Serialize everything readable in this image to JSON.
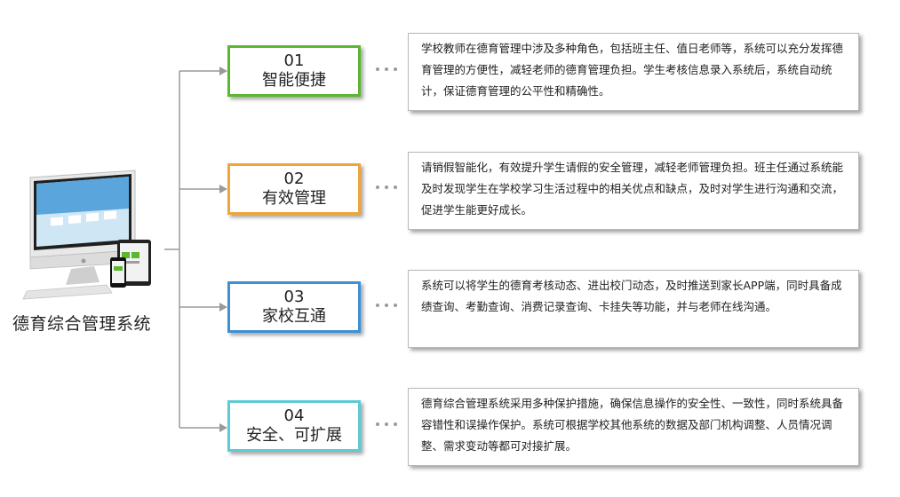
{
  "system_title": "德育综合管理系统",
  "features": [
    {
      "num": "01",
      "label": "智能便捷",
      "color": "#5bb632",
      "description": "学校教师在德育管理中涉及多种角色，包括班主任、值日老师等，系统可以充分发挥德育管理的方便性，减轻老师的德育管理负担。学生考核信息录入系统后，系统自动统计，保证德育管理的公平性和精确性。"
    },
    {
      "num": "02",
      "label": "有效管理",
      "color": "#efa53a",
      "description": "请销假智能化，有效提升学生请假的安全管理，减轻老师管理负担。班主任通过系统能及时发现学生在学校学习生活过程中的相关优点和缺点，及时对学生进行沟通和交流，促进学生能更好成长。"
    },
    {
      "num": "03",
      "label": "家校互通",
      "color": "#3d8fd6",
      "description": "系统可以将学生的德育考核动态、进出校门动态，及时推送到家长APP端，同时具备成绩查询、考勤查询、消费记录查询、卡挂失等功能，并与老师在线沟通。"
    },
    {
      "num": "04",
      "label": "安全、可扩展",
      "color": "#5ccbd5",
      "description": "德育综合管理系统采用多种保护措施，确保信息操作的安全性、一致性，同时系统具备容错性和误操作保护。系统可根据学校其他系统的数据及部门机构调整、人员情况调整、需求变动等都可对接扩展。"
    }
  ],
  "colors": {
    "connector": "#9a9a9a",
    "desc_border": "#b8b8b8"
  },
  "icons": {
    "devices": "computer-tablet-phone-illustration",
    "dots": "ellipsis-dots-icon"
  }
}
